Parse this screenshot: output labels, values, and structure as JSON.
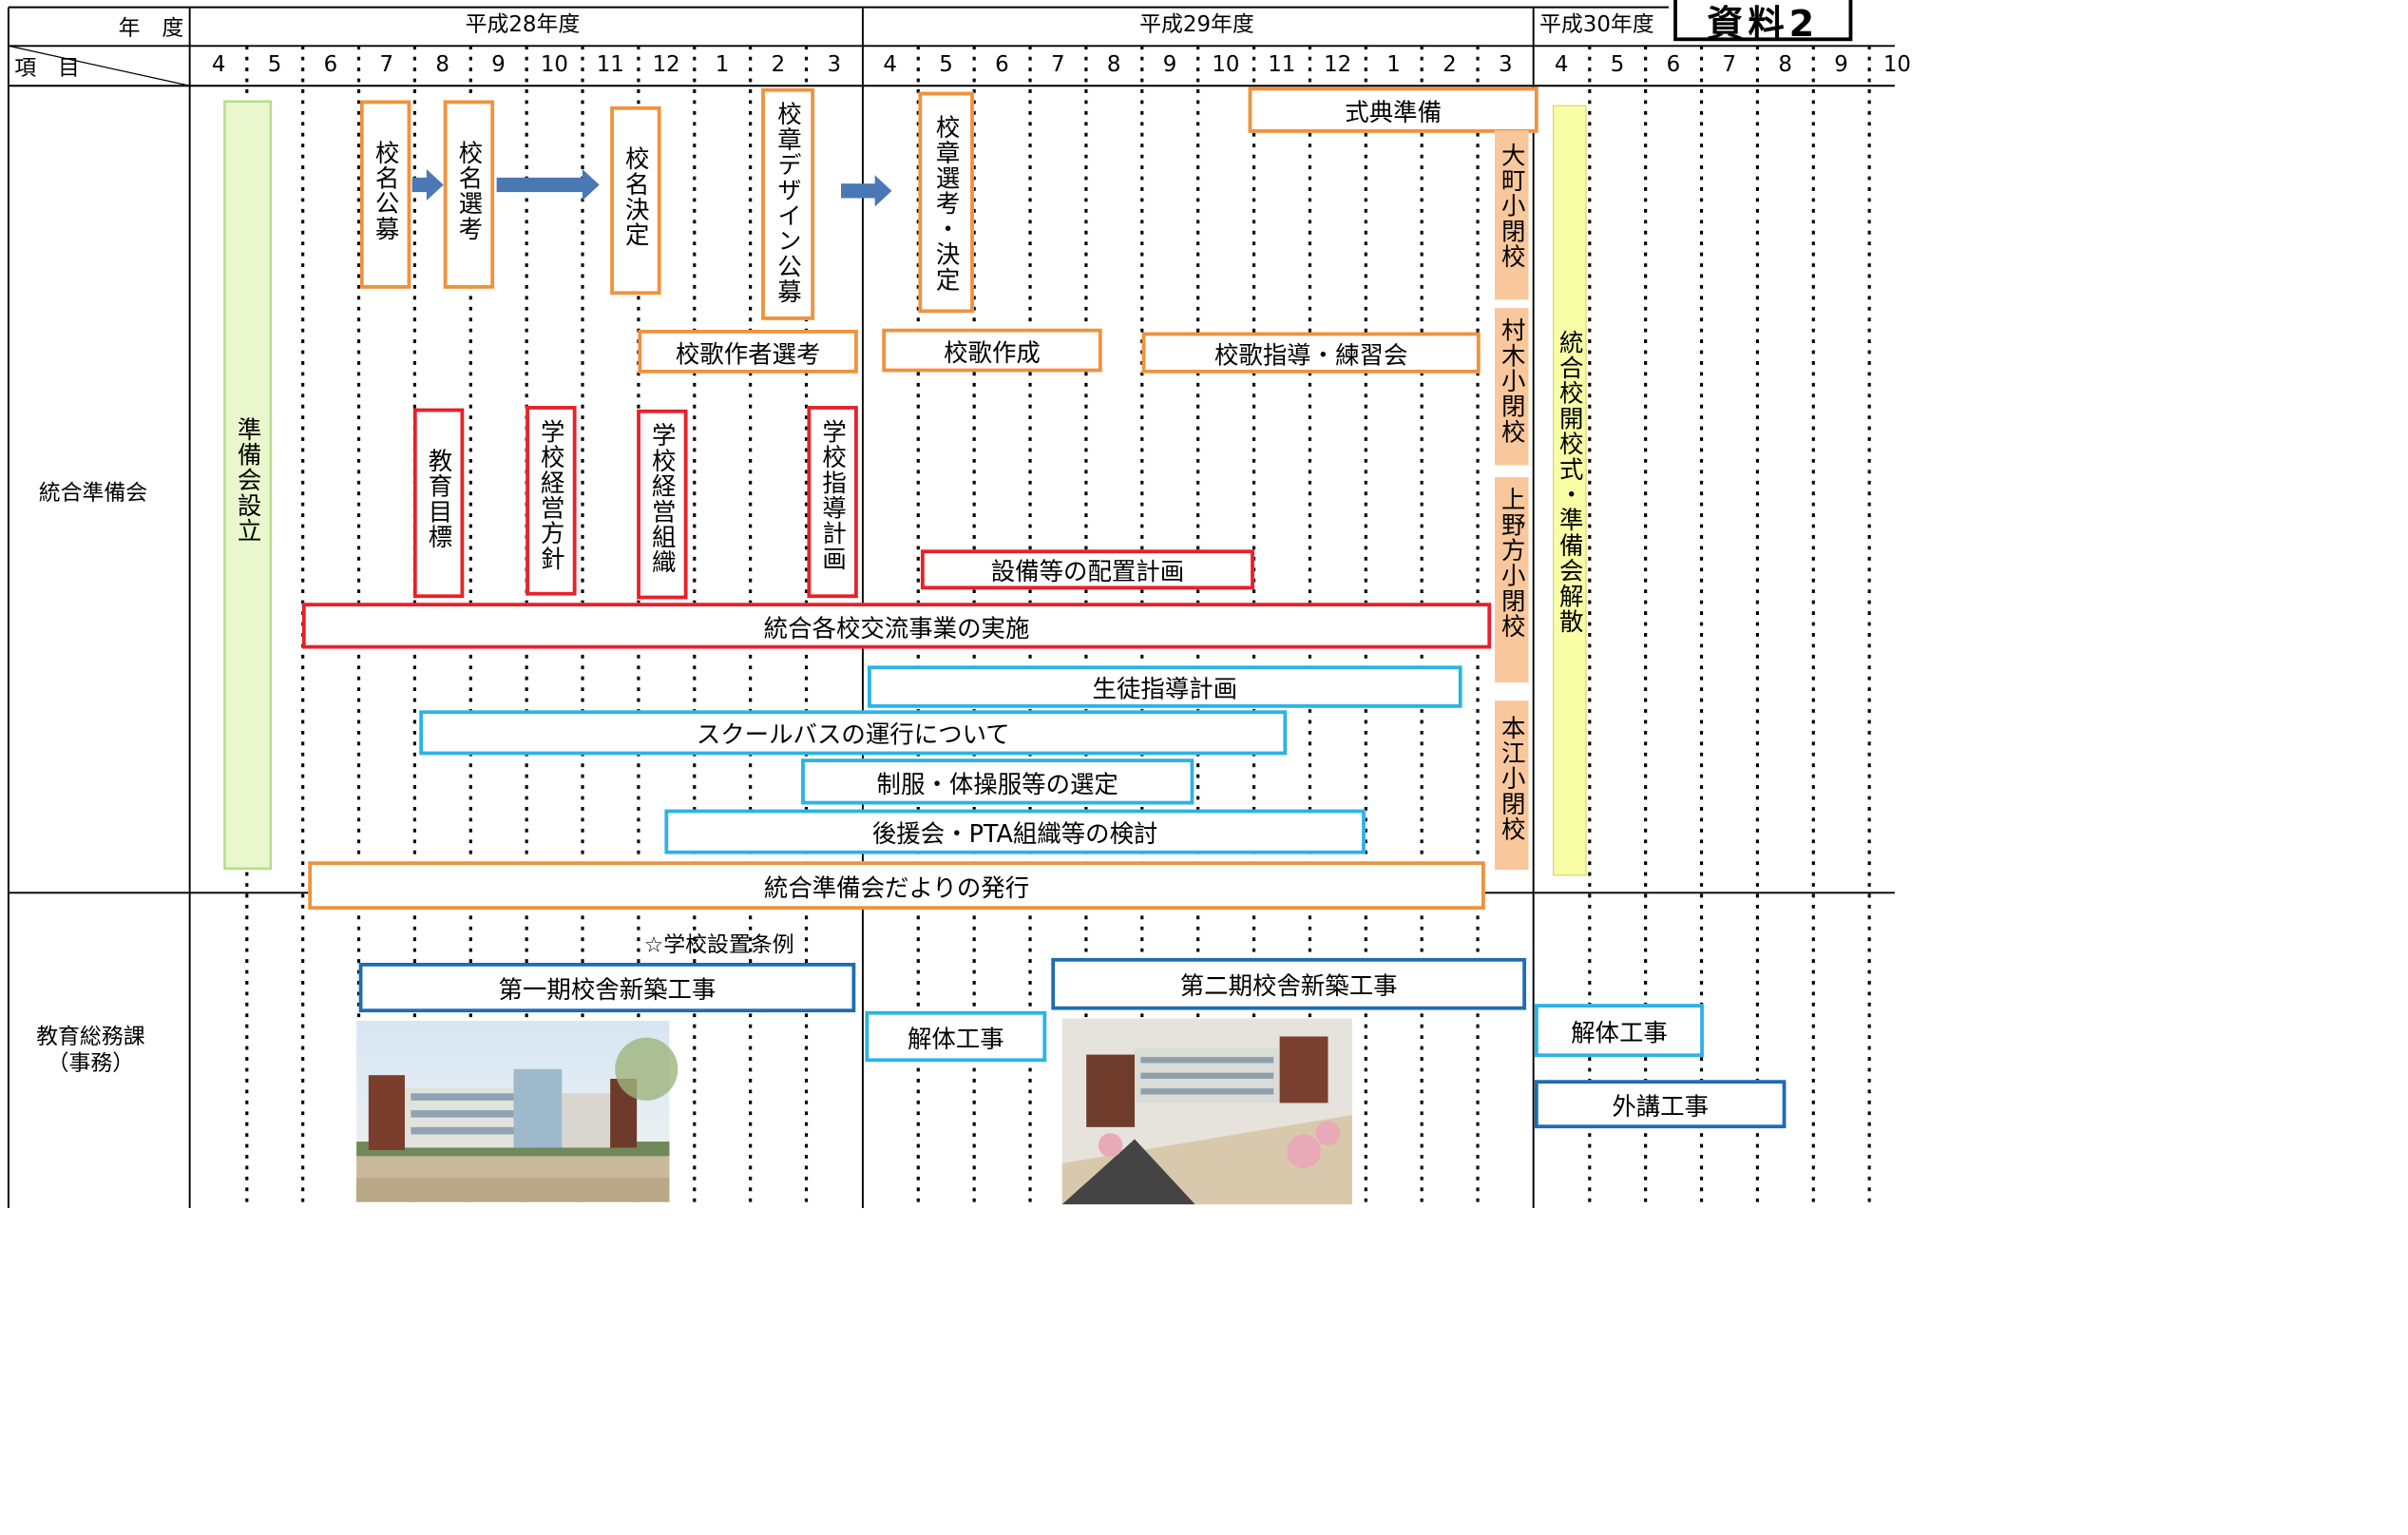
{
  "header": {
    "nendo_label": "年　度",
    "koumoku_label": "項　目",
    "years": [
      "平成28年度",
      "平成29年度",
      "平成30年度"
    ],
    "months": [
      "4",
      "5",
      "6",
      "7",
      "8",
      "9",
      "10",
      "11",
      "12",
      "1",
      "2",
      "3",
      "4",
      "5",
      "6",
      "7",
      "8",
      "9",
      "10",
      "11",
      "12",
      "1",
      "2",
      "3",
      "4",
      "5",
      "6",
      "7",
      "8",
      "9",
      "10"
    ]
  },
  "badge": "資料2",
  "rows": {
    "junbikai": "統合準備会",
    "kyoiku": "教育総務課\n（事務）"
  },
  "items": {
    "setsuritsu": "準備会設立",
    "koubo": "校名公募",
    "senkou": "校名選考",
    "kettei": "校名決定",
    "design": "校章デザイン公募",
    "shousen": "校章選考・決定",
    "shikiten": "式典準備",
    "omachi": "大町小閉校",
    "muraki": "村木小閉校",
    "ueno": "上野方小閉校",
    "motoe": "本江小閉校",
    "kaikou": "統合校開校式・準備会解散",
    "sakushasen": "校歌作者選考",
    "kakaku": "校歌作成",
    "renshu": "校歌指導・練習会",
    "mokuhyo": "教育目標",
    "houshin": "学校経営方針",
    "soshiki": "学校経営組織",
    "shidou": "学校指導計画",
    "setsubi": "設備等の配置計画",
    "kouryu": "統合各校交流事業の実施",
    "seito": "生徒指導計画",
    "bus": "スクールバスの運行について",
    "seifuku": "制服・体操服等の選定",
    "kouen": "後援会・PTA組織等の検討",
    "dayori": "統合準備会だよりの発行",
    "jourei": "☆学校設置条例",
    "daiichi": "第一期校舎新築工事",
    "daini": "第二期校舎新築工事",
    "kaitai1": "解体工事",
    "kaitai2": "解体工事",
    "gaikou": "外講工事"
  },
  "colors": {
    "orange": "#f0923d",
    "red": "#e8202a",
    "lightblue": "#2cb3e6",
    "darkblue": "#1f6cb3",
    "arrow": "#4a78b5",
    "lightgreen": "#e8f8cc",
    "yellow": "#f8ffa6"
  }
}
